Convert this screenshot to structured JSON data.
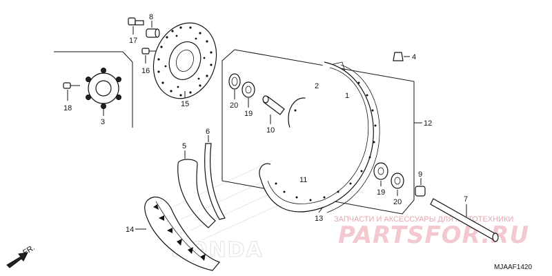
{
  "diagram": {
    "callouts": {
      "c1": "1",
      "c2": "2",
      "c3": "3",
      "c4": "4",
      "c5": "5",
      "c6": "6",
      "c7": "7",
      "c8": "8",
      "c9": "9",
      "c10": "10",
      "c11": "11",
      "c12": "12",
      "c13": "13",
      "c14": "14",
      "c15": "15",
      "c16": "16",
      "c17": "17",
      "c18": "18",
      "c19a": "19",
      "c19b": "19",
      "c20a": "20",
      "c20b": "20"
    },
    "direction_label": "FR.",
    "diagram_code": "MJAAF1420",
    "watermark": {
      "caption": "ЗАПЧАСТИ И АКСЕССУАРЫ ДЛЯ МОТОТЕХНИКИ",
      "brand": "PARTSFOR.RU"
    },
    "background_logo": "HONDA",
    "colors": {
      "line": "#111111",
      "watermark": "#e8a3ad"
    }
  }
}
